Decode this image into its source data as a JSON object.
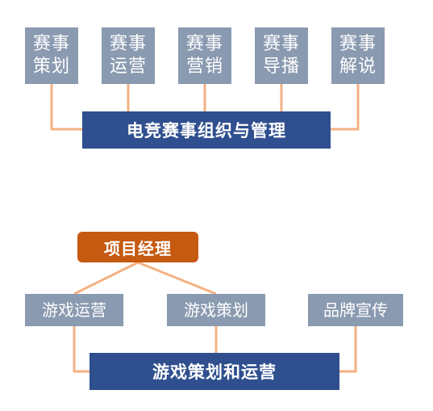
{
  "top_section": {
    "boxes": [
      {
        "label": "赛事策划"
      },
      {
        "label": "赛事运营"
      },
      {
        "label": "赛事营销"
      },
      {
        "label": "赛事导播"
      },
      {
        "label": "赛事解说"
      }
    ],
    "bar_label": "电竞赛事组织与管理"
  },
  "bottom_section": {
    "manager_label": "项目经理",
    "boxes": [
      {
        "label": "游戏运营"
      },
      {
        "label": "游戏策划"
      },
      {
        "label": "品牌宣传"
      }
    ],
    "bar_label": "游戏策划和运营"
  },
  "colors": {
    "grey_box": "#8a9ab0",
    "blue_bar": "#2f4f8f",
    "orange_box": "#c55a11",
    "connector": "#f4b183"
  }
}
